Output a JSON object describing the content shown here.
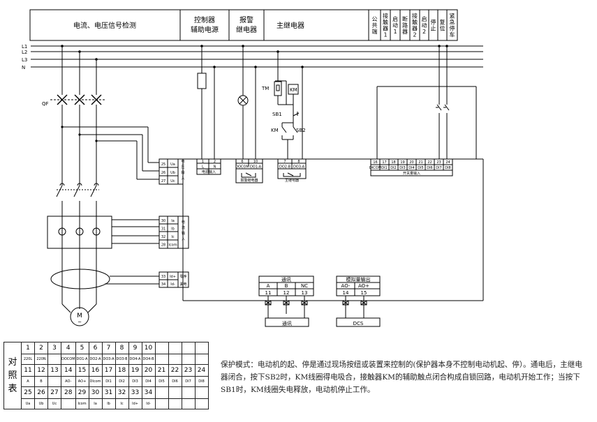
{
  "header": {
    "sections": [
      {
        "name": "signal-section",
        "text": "电流、电压信号检测"
      },
      {
        "name": "control-power-section",
        "lines": [
          "控制器",
          "辅助电源"
        ]
      },
      {
        "name": "alarm-relay-section",
        "lines": [
          "报警",
          "继电器"
        ]
      },
      {
        "name": "main-relay-section",
        "text": "主继电器"
      }
    ],
    "vertical_cols": [
      "公共端",
      "接触器1",
      "启动1",
      "断路器",
      "接触器2",
      "启动2",
      "停止",
      "复位",
      "紧急停车"
    ]
  },
  "bus_labels": [
    "L1",
    "L2",
    "L3",
    "N"
  ],
  "components": {
    "qf": "QF",
    "tm": "TM",
    "km": "KM",
    "sb1": "SB1",
    "sb2": "SB2",
    "motor": "M",
    "motor_symbol": "~",
    "dcs": "DCS"
  },
  "terminals": {
    "voltage_input": {
      "nums": [
        "25",
        "26",
        "27"
      ],
      "signals": [
        "Ua",
        "Ub",
        "Uc"
      ],
      "title": "电压输入"
    },
    "current_input": {
      "nums": [
        "30",
        "31",
        "32",
        "28"
      ],
      "signals": [
        "Ia",
        "Ib",
        "Ic",
        "Icom"
      ],
      "title": "电流输入"
    },
    "leakage_input": {
      "nums": [
        "33",
        "34"
      ],
      "signals": [
        "Id+",
        "Id-"
      ],
      "title": "零序漏电"
    },
    "power_input": {
      "nums": [
        "1",
        "2"
      ],
      "signals": [
        "L",
        "N"
      ],
      "caption": "电源输入"
    },
    "alarm_relay": {
      "nums": [
        "6",
        "10"
      ],
      "signals": [
        "DOCOM",
        "DO1-A"
      ],
      "caption": "报警继电器"
    },
    "main_relay": {
      "nums": [
        "7",
        "8"
      ],
      "signals": [
        "DO2-B",
        "DO3-A"
      ],
      "caption": "主继电器"
    },
    "switch_input": {
      "nums": [
        "16",
        "17",
        "18",
        "19",
        "20",
        "21",
        "22",
        "23",
        "24"
      ],
      "signals": [
        "DICOM",
        "DI1",
        "DI2",
        "DI3",
        "DI4",
        "DI5",
        "DI6",
        "DI7",
        "DI8"
      ],
      "caption": "开关量输入"
    },
    "comm": {
      "title": "通讯",
      "signals": [
        "A",
        "B",
        "NC"
      ],
      "nums": [
        "11",
        "12",
        "13"
      ],
      "bottom": "通讯"
    },
    "analog_out": {
      "title": "模拟量输出",
      "signals": [
        "AO-",
        "AO+"
      ],
      "nums": [
        "14",
        "15"
      ]
    }
  },
  "mapping_table": {
    "side_label": [
      "对",
      "照",
      "表"
    ],
    "row1_nums": [
      "1",
      "2",
      "3",
      "4",
      "5",
      "6",
      "7",
      "8",
      "9",
      "10",
      "",
      "",
      ""
    ],
    "row1_labels": [
      "220L",
      "220N",
      "",
      "DOCOM",
      "DO1-A",
      "DO2-A",
      "DO3-A",
      "DO3-B",
      "DO4-A",
      "DO4-B",
      "",
      "",
      ""
    ],
    "row2_nums": [
      "11",
      "12",
      "13",
      "14",
      "15",
      "16",
      "17",
      "18",
      "19",
      "20",
      "21",
      "22",
      "23",
      "24"
    ],
    "row2_labels": [
      "A",
      "B",
      "",
      "AO-",
      "AO+",
      "DIcom",
      "DI1",
      "DI2",
      "DI3",
      "DI4",
      "DI5",
      "DI6",
      "DI7",
      "DI8"
    ],
    "row3_nums": [
      "25",
      "26",
      "27",
      "28",
      "29",
      "30",
      "31",
      "32",
      "33",
      "34",
      "",
      "",
      "",
      ""
    ],
    "row3_labels": [
      "Ua",
      "Ub",
      "Uc",
      "",
      "Icom",
      "Ia",
      "Ib",
      "Ic",
      "Id+",
      "Id-",
      "",
      "",
      "",
      ""
    ]
  },
  "note": "保护模式：电动机的起、停是通过现场按纽或装置来控制的(保护器本身不控制电动机起、停）。通电后，主继电器闭合，按下SB2时，KM线圈得电吸合，接触器KM的辅助触点闭合构成自锁回路，电动机开始工作；当按下SB1时，KM线圈失电释放，电动机停止工作。"
}
